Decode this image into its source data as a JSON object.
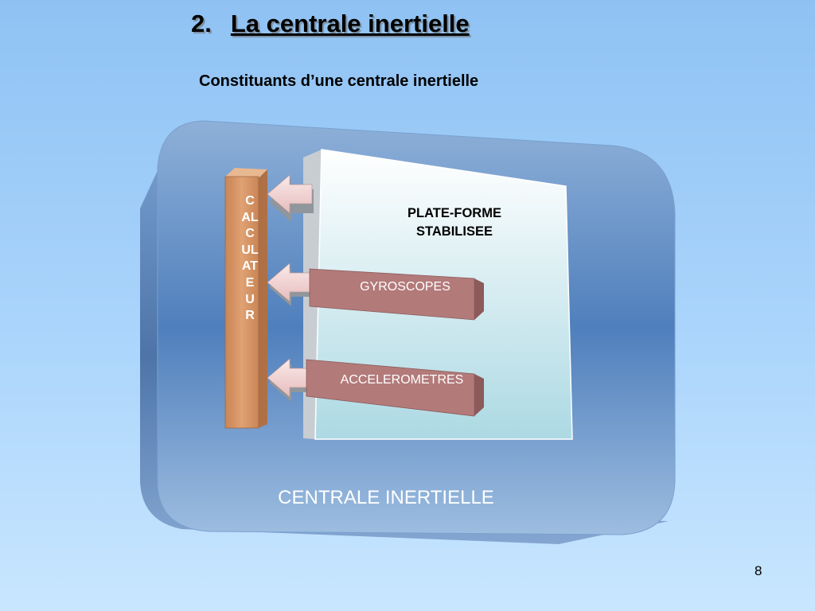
{
  "slide": {
    "number_label": "2.",
    "title": "La centrale inertielle",
    "subtitle": "Constituants d’une centrale inertielle",
    "page_number": "8"
  },
  "diagram": {
    "outer_label": "CENTRALE INERTIELLE",
    "platform_label_line1": "PLATE-FORME",
    "platform_label_line2": "STABILISEE",
    "calculator_label": "CALCULATEUR",
    "sensor_blocks": [
      "GYROSCOPES",
      "ACCELEROMETRES"
    ],
    "arrows": [
      "arrow-top",
      "arrow-middle",
      "arrow-bottom"
    ]
  },
  "colors": {
    "background_top": "#8fc2f3",
    "background_bottom": "#c8e6ff",
    "outer_box": "#5a87bf",
    "calculator_bar": "#d99868",
    "sensor_block": "#b37a7a",
    "platform": "#e8f4fa",
    "arrow": "#f5d9d9"
  }
}
